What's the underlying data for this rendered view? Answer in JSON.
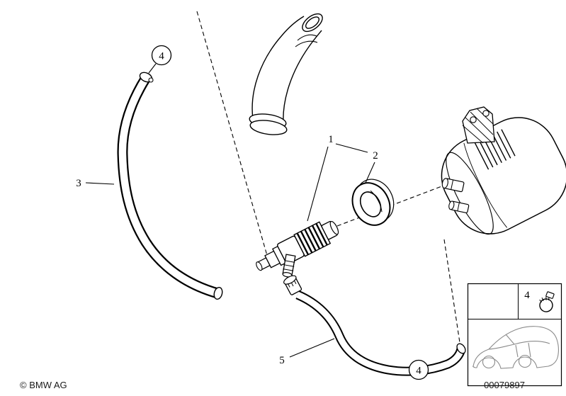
{
  "callouts": {
    "item1": "1",
    "item2": "2",
    "item3": "3",
    "item4_top": "4",
    "item4_hose": "4",
    "item4_box": "4",
    "item5": "5"
  },
  "footer": {
    "copyright": "© BMW AG",
    "part_number": "00079897"
  },
  "colors": {
    "line": "#000000",
    "background": "#ffffff",
    "car_sketch": "#8a8a8a"
  }
}
